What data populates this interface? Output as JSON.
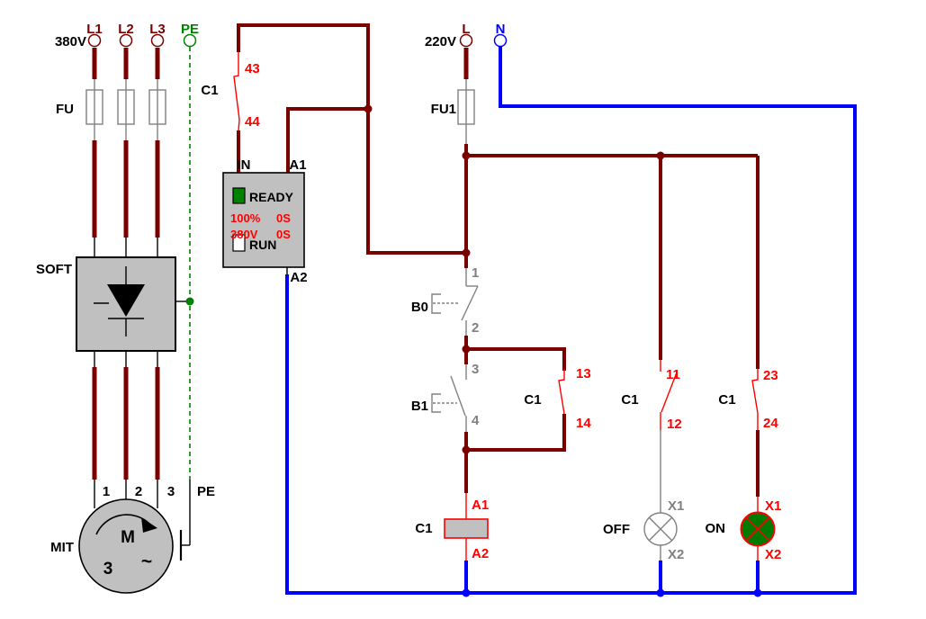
{
  "colors": {
    "wire_power": "#7a0000",
    "contact_red": "#ff0000",
    "wire_neutral": "#0000ff",
    "pe_green": "#008000",
    "inactive_gray": "#808080",
    "component_fill": "#c0c0c0",
    "ready_led_green": "#008000",
    "on_lamp_green": "#007a00"
  },
  "power": {
    "voltage": "380V",
    "t_l1": "L1",
    "t_l2": "L2",
    "t_l3": "L3",
    "t_pe": "PE",
    "fuse": "FU",
    "soft_block": "SOFT"
  },
  "motor": {
    "name": "MIT",
    "letter": "M",
    "phase_count": "3",
    "ac_symbol": "~",
    "t1": "1",
    "t2": "2",
    "t3": "3",
    "t_pe": "PE"
  },
  "bypass_contact": {
    "label": "C1",
    "t_top": "43",
    "t_bottom": "44"
  },
  "module": {
    "t_in": "IN",
    "t_a1": "A1",
    "t_a2": "A2",
    "ready": "READY",
    "run": "RUN",
    "row1_left": "100%",
    "row1_right": "0S",
    "row2_left": "380V",
    "row2_right": "0S"
  },
  "control": {
    "voltage": "220V",
    "t_line": "L",
    "t_neutral": "N",
    "fuse": "FU1",
    "stop_button": {
      "label": "B0",
      "t_top": "1",
      "t_bottom": "2"
    },
    "start_button": {
      "label": "B1",
      "t_top": "3",
      "t_bottom": "4"
    },
    "seal_contact": {
      "label": "C1",
      "t_top": "13",
      "t_bottom": "14"
    },
    "nc_contact": {
      "label": "C1",
      "t_top": "11",
      "t_bottom": "12"
    },
    "no_contact": {
      "label": "C1",
      "t_top": "23",
      "t_bottom": "24"
    },
    "coil": {
      "label": "C1",
      "t_top": "A1",
      "t_bottom": "A2"
    },
    "off_lamp": {
      "label": "OFF",
      "t_top": "X1",
      "t_bottom": "X2"
    },
    "on_lamp": {
      "label": "ON",
      "t_top": "X1",
      "t_bottom": "X2"
    }
  }
}
